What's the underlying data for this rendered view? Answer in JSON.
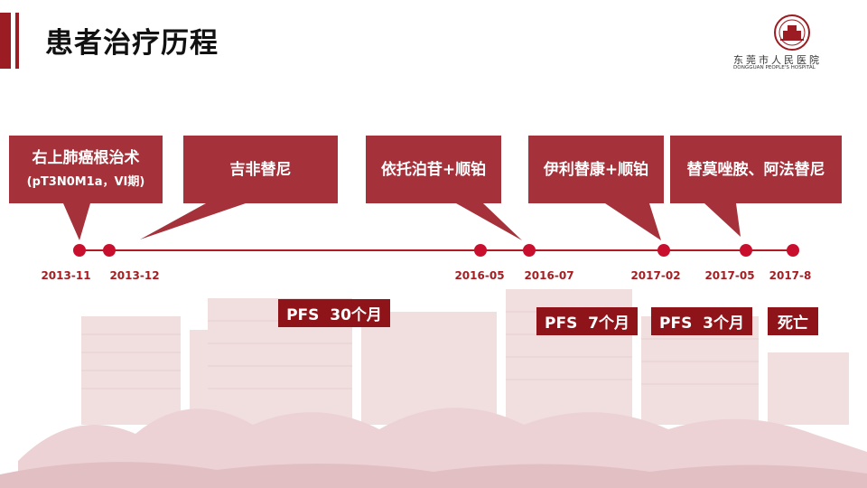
{
  "header": {
    "title": "患者治疗历程",
    "logo_name": "东莞市人民医院",
    "logo_en": "DONGGUAN PEOPLE'S HOSPITAL"
  },
  "colors": {
    "brand_red": "#9b1c22",
    "box_red": "#a5313a",
    "pfs_red": "#8e1419",
    "dot_red": "#c8102e"
  },
  "timeline": {
    "dates": [
      "2013-11",
      "2013-12",
      "2016-05",
      "2016-07",
      "2017-02",
      "2017-05",
      "2017-8"
    ]
  },
  "treatments": [
    {
      "label": "右上肺癌根治术",
      "sublabel": "(pT3N0M1a，VI期)"
    },
    {
      "label": "吉非替尼"
    },
    {
      "label": "依托泊苷+顺铂"
    },
    {
      "label": "伊利替康+顺铂"
    },
    {
      "label": "替莫唑胺、阿法替尼"
    }
  ],
  "outcomes": [
    {
      "label": "PFS  30个月"
    },
    {
      "label": "PFS  7个月"
    },
    {
      "label": "PFS  3个月"
    },
    {
      "label": "死亡"
    }
  ]
}
